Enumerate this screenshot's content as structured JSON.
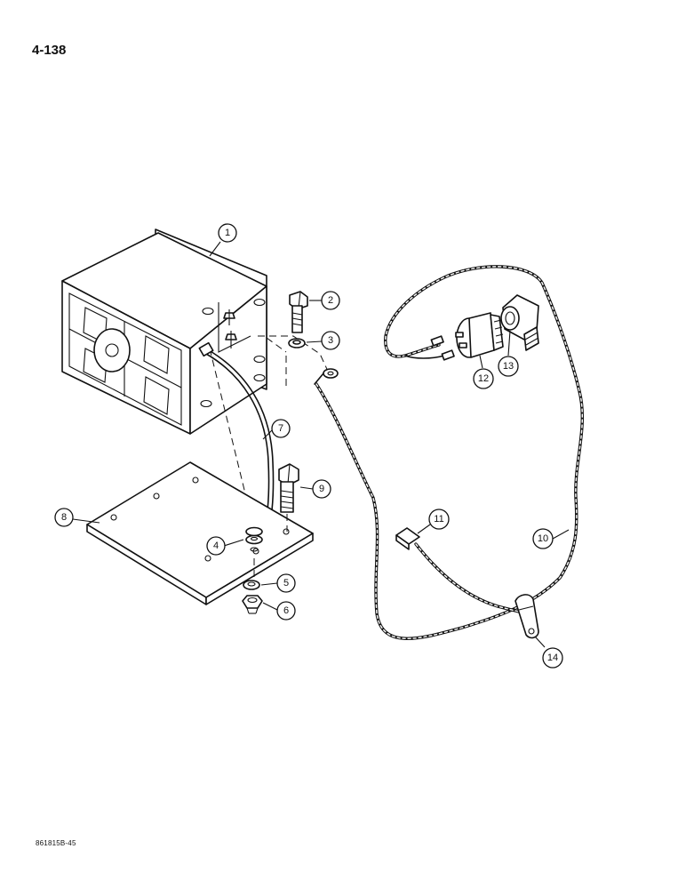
{
  "page": {
    "page_number": "4-138",
    "figure_code": "861815B-45"
  },
  "callouts": {
    "c1": "1",
    "c2": "2",
    "c3": "3",
    "c4": "4",
    "c5": "5",
    "c6": "6",
    "c7": "7",
    "c8": "8",
    "c9": "9",
    "c10": "10",
    "c11": "11",
    "c12": "12",
    "c13": "13",
    "c14": "14"
  }
}
